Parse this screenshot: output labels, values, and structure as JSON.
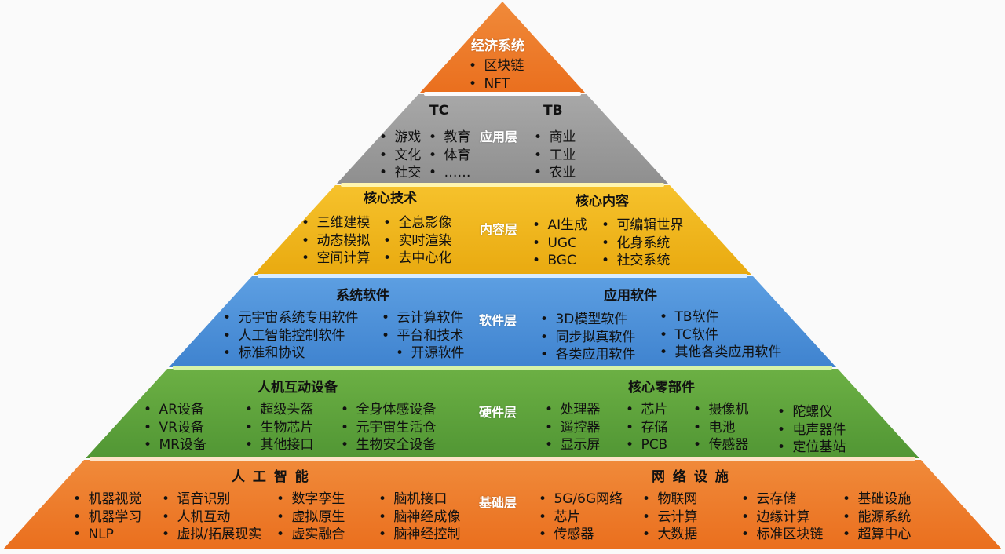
{
  "colors": {
    "economy": "#ef7d2b",
    "application": "#9c9c9c",
    "content": "#f0b618",
    "software": "#4a8fd8",
    "hardware": "#5ea33a",
    "infrastructure": "#ef7b2a",
    "separator": "#fdf6e4"
  },
  "layers": {
    "economy": {
      "title": "经济系统",
      "items": [
        "区块链",
        "NFT"
      ]
    },
    "application": {
      "label": "应用层",
      "tc": {
        "heading": "TC",
        "col1": [
          "游戏",
          "文化",
          "社交"
        ],
        "col2": [
          "教育",
          "体育",
          "……"
        ]
      },
      "tb": {
        "heading": "TB",
        "items": [
          "商业",
          "工业",
          "农业"
        ]
      }
    },
    "content": {
      "label": "内容层",
      "core_tech": {
        "heading": "核心技术",
        "col1": [
          "三维建模",
          "动态模拟",
          "空间计算"
        ],
        "col2": [
          "全息影像",
          "实时渲染",
          "去中心化"
        ]
      },
      "core_content": {
        "heading": "核心内容",
        "col1": [
          "AI生成",
          "UGC",
          "BGC"
        ],
        "col2": [
          "可编辑世界",
          "化身系统",
          "社交系统"
        ]
      }
    },
    "software": {
      "label": "软件层",
      "system": {
        "heading": "系统软件",
        "col1": [
          "元宇宙系统专用软件",
          "人工智能控制软件",
          "标准和协议"
        ],
        "col2": [
          "云计算软件",
          "平台和技术",
          "开源软件"
        ]
      },
      "app": {
        "heading": "应用软件",
        "col1": [
          "3D模型软件",
          "同步拟真软件",
          "各类应用软件"
        ],
        "col2": [
          "TB软件",
          "TC软件",
          "其他各类应用软件"
        ]
      }
    },
    "hardware": {
      "label": "硬件层",
      "hci": {
        "heading": "人机互动设备",
        "col1": [
          "AR设备",
          "VR设备",
          "MR设备"
        ],
        "col2": [
          "超级头盔",
          "生物芯片",
          "其他接口"
        ],
        "col3": [
          "全身体感设备",
          "元宇宙生活仓",
          "生物安全设备"
        ]
      },
      "components": {
        "heading": "核心零部件",
        "col1": [
          "处理器",
          "遥控器",
          "显示屏"
        ],
        "col2": [
          "芯片",
          "存储",
          "PCB"
        ],
        "col3": [
          "摄像机",
          "电池",
          "传感器"
        ],
        "col4": [
          "陀螺仪",
          "电声器件",
          "定位基站"
        ]
      }
    },
    "infrastructure": {
      "label": "基础层",
      "ai": {
        "heading": "人 工 智 能",
        "col1": [
          "机器视觉",
          "机器学习",
          "NLP"
        ],
        "col2": [
          "语音识别",
          "人机互动",
          "虚拟/拓展现实"
        ],
        "col3": [
          "数字孪生",
          "虚拟原生",
          "虚实融合"
        ],
        "col4": [
          "脑机接口",
          "脑神经成像",
          "脑神经控制"
        ]
      },
      "network": {
        "heading": "网 络 设 施",
        "col1": [
          "5G/6G网络",
          "芯片",
          "传感器"
        ],
        "col2": [
          "物联网",
          "云计算",
          "大数据"
        ],
        "col3": [
          "云存储",
          "边缘计算",
          "标准区块链"
        ],
        "col4": [
          "基础设施",
          "能源系统",
          "超算中心"
        ]
      }
    }
  }
}
